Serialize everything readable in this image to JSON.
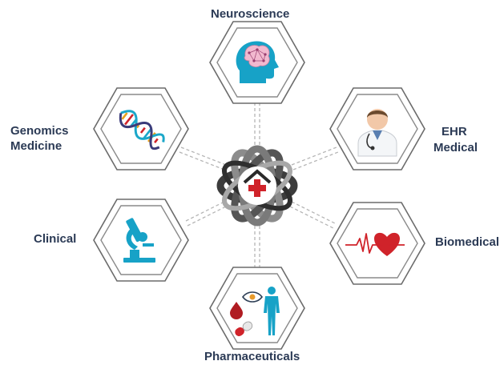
{
  "nodes": {
    "neuroscience": {
      "label": "Neuroscience"
    },
    "genomics": {
      "label_line1": "Genomics",
      "label_line2": "Medicine"
    },
    "ehr": {
      "label_line1": "EHR",
      "label_line2": "Medical"
    },
    "clinical": {
      "label": "Clinical"
    },
    "biomedical": {
      "label": "Biomedical"
    },
    "pharmaceuticals": {
      "label": "Pharmaceuticals"
    }
  },
  "icons": {
    "neuroscience": "brain-head-icon",
    "genomics": "dna-icon",
    "ehr": "doctor-icon",
    "clinical": "microscope-icon",
    "biomedical": "heartbeat-icon",
    "pharmaceuticals": "pharma-icon",
    "center": "medical-house-icon"
  },
  "colors": {
    "label_text": "#2b3a55",
    "teal": "#1ba7c9",
    "red": "#d0232a",
    "hex_outline": "#666666",
    "connector": "#b5b5b5"
  }
}
